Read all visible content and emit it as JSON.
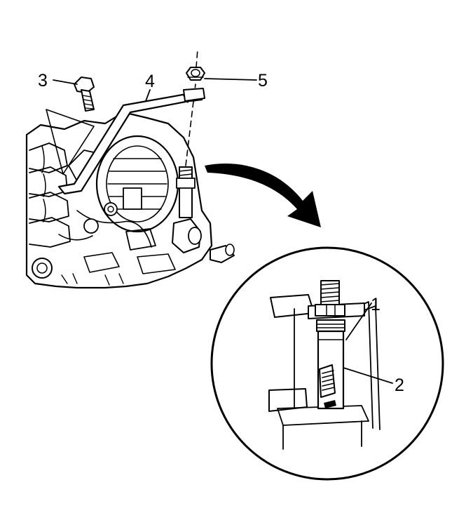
{
  "callouts": {
    "c1": "1",
    "c2": "2",
    "c3": "3",
    "c4": "4",
    "c5": "5"
  },
  "colors": {
    "ink": "#000000",
    "paper": "#ffffff"
  },
  "icons": {
    "arrow": "curved-arrow-to-detail"
  }
}
